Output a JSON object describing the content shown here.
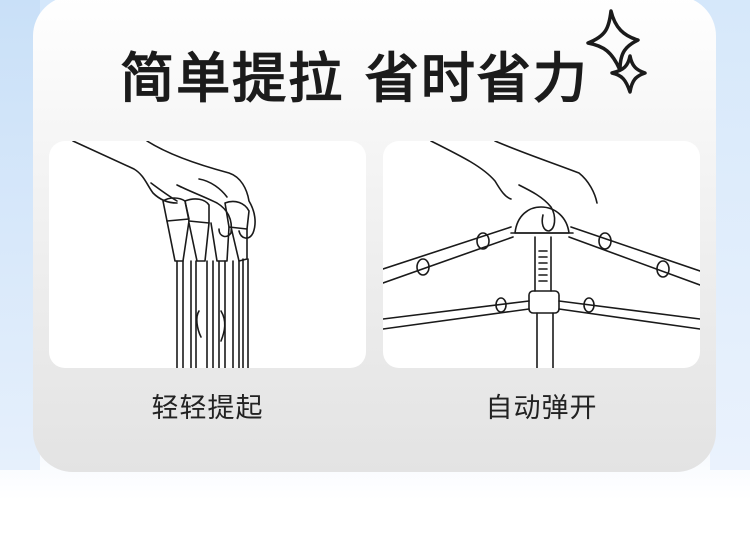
{
  "header": {
    "title": "简单提拉 省时省力",
    "decoration": "sparkle-icon"
  },
  "steps": [
    {
      "illustration": "hand-lifting-folded-tent-frame",
      "caption": "轻轻提起"
    },
    {
      "illustration": "hand-pressing-tent-hub-opened",
      "caption": "自动弹开"
    }
  ],
  "colors": {
    "background_blue": "#d4e7fb",
    "card_top": "#ffffff",
    "card_bottom": "#e3e3e3",
    "title_text": "#1b1b1b",
    "caption_text": "#222222"
  }
}
